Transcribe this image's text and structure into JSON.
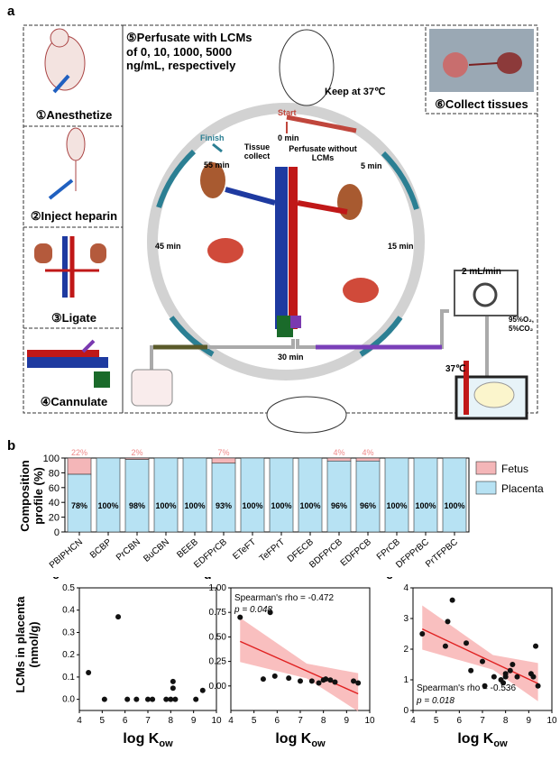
{
  "panel_a": {
    "label": "a",
    "steps": [
      "①Anesthetize",
      "②Inject heparin",
      "③Ligate",
      "④Cannulate"
    ],
    "perfusate": "⑤Perfusate with LCMs of 0, 10, 1000, 5000 ng/mL, respectively",
    "keep": "Keep at 37℃",
    "collect": "⑥Collect tissues",
    "start": "Start",
    "finish": "Finish",
    "tissue_collect": "Tissue collect",
    "perfusate_without": "Perfusate without LCMs",
    "times": [
      "0 min",
      "5 min",
      "15 min",
      "30 min",
      "45 min",
      "55 min"
    ],
    "flow": "2 mL/min",
    "gas": [
      "95%O₂,",
      "5%CO₂"
    ],
    "temp": "37℃"
  },
  "panel_b": {
    "label": "b",
    "ylabel": [
      "Composition",
      "profile (%)"
    ],
    "legend": [
      "Fetus",
      "Placenta"
    ],
    "colors": {
      "fetus": "#f4b6b8",
      "placenta": "#b7e2f3"
    },
    "yticks": [
      "0",
      "20",
      "40",
      "60",
      "80",
      "100"
    ]
  },
  "chart_data": [
    {
      "type": "bar",
      "categories": [
        "PBIPHCN",
        "BCBP",
        "PrCBN",
        "BuCBN",
        "BEEB",
        "EDFPrCB",
        "ETeFT",
        "TeFPrT",
        "DFECB",
        "BDFPrCB",
        "EDFPCB",
        "FPrCB",
        "DFPPrBC",
        "PrTFPBC"
      ],
      "series": [
        {
          "name": "Fetus",
          "values": [
            22,
            2,
            2,
            0,
            0,
            7,
            0,
            0,
            0,
            4,
            4,
            0,
            0,
            0
          ],
          "labels": [
            "22%",
            "",
            "2%",
            "",
            "",
            "7%",
            "",
            "",
            "",
            "4%",
            "4%",
            "",
            "",
            ""
          ]
        },
        {
          "name": "Placenta",
          "values": [
            78,
            100,
            98,
            100,
            100,
            93,
            100,
            100,
            100,
            96,
            96,
            100,
            100,
            100
          ],
          "labels": [
            "78%",
            "100%",
            "98%",
            "100%",
            "100%",
            "93%",
            "100%",
            "100%",
            "100%",
            "96%",
            "96%",
            "100%",
            "100%",
            "100%"
          ]
        }
      ],
      "ylim": [
        0,
        100
      ],
      "ylabel": "Composition profile (%)"
    },
    {
      "type": "scatter",
      "panel": "c",
      "title": "L",
      "points": [
        [
          4.4,
          0.12
        ],
        [
          5.1,
          0.0
        ],
        [
          5.7,
          0.37
        ],
        [
          6.1,
          0.0
        ],
        [
          6.5,
          0.0
        ],
        [
          7.0,
          0.0
        ],
        [
          7.2,
          0.0
        ],
        [
          7.8,
          0.0
        ],
        [
          8.0,
          0.0
        ],
        [
          8.1,
          0.08
        ],
        [
          8.1,
          0.05
        ],
        [
          8.2,
          0.0
        ],
        [
          9.1,
          0.0
        ],
        [
          9.4,
          0.04
        ]
      ],
      "xlim": [
        4,
        10
      ],
      "ylim": [
        -0.05,
        0.5
      ],
      "yticks": [
        "0.0",
        "0.1",
        "0.2",
        "0.3",
        "0.4",
        "0.5"
      ],
      "xticks": [
        "4",
        "5",
        "6",
        "7",
        "8",
        "9",
        "10"
      ]
    },
    {
      "type": "scatter",
      "panel": "d",
      "title": "M",
      "annotation": [
        "Spearman's rho = -0.472",
        "p = 0.048"
      ],
      "points": [
        [
          4.4,
          0.7
        ],
        [
          5.4,
          0.07
        ],
        [
          5.7,
          0.75
        ],
        [
          5.9,
          0.1
        ],
        [
          6.5,
          0.08
        ],
        [
          7.0,
          0.05
        ],
        [
          7.5,
          0.05
        ],
        [
          7.8,
          0.03
        ],
        [
          8.0,
          0.06
        ],
        [
          8.1,
          0.07
        ],
        [
          8.3,
          0.06
        ],
        [
          8.5,
          0.04
        ],
        [
          9.3,
          0.05
        ],
        [
          9.5,
          0.03
        ]
      ],
      "xlim": [
        4,
        10
      ],
      "ylim": [
        -0.25,
        1.0
      ],
      "yticks": [
        "0.00",
        "0.25",
        "0.50",
        "0.75",
        "1.00"
      ],
      "xticks": [
        "4",
        "5",
        "6",
        "7",
        "8",
        "9",
        "10"
      ]
    },
    {
      "type": "scatter",
      "panel": "e",
      "title": "H",
      "annotation": [
        "Spearman's rho = -0.536",
        "p = 0.018"
      ],
      "points": [
        [
          4.4,
          2.5
        ],
        [
          5.4,
          2.1
        ],
        [
          5.5,
          2.9
        ],
        [
          5.7,
          3.6
        ],
        [
          6.3,
          2.2
        ],
        [
          6.5,
          1.3
        ],
        [
          7.0,
          1.6
        ],
        [
          7.1,
          0.8
        ],
        [
          7.5,
          1.1
        ],
        [
          7.8,
          1.0
        ],
        [
          7.9,
          0.9
        ],
        [
          8.0,
          1.1
        ],
        [
          8.0,
          1.2
        ],
        [
          8.2,
          1.3
        ],
        [
          8.3,
          1.5
        ],
        [
          8.5,
          1.1
        ],
        [
          9.1,
          1.2
        ],
        [
          9.2,
          1.1
        ],
        [
          9.3,
          2.1
        ],
        [
          9.4,
          0.8
        ]
      ],
      "xlim": [
        4,
        10
      ],
      "ylim": [
        0,
        4
      ],
      "yticks": [
        "0",
        "1",
        "2",
        "3",
        "4"
      ],
      "xticks": [
        "4",
        "5",
        "6",
        "7",
        "8",
        "9",
        "10"
      ]
    }
  ],
  "bottom": {
    "panel_labels": [
      "c",
      "d",
      "e"
    ],
    "ylabel": [
      "LCMs in placenta",
      "(nmol/g)"
    ],
    "xlabel": "log K",
    "xlabel_sub": "ow"
  }
}
